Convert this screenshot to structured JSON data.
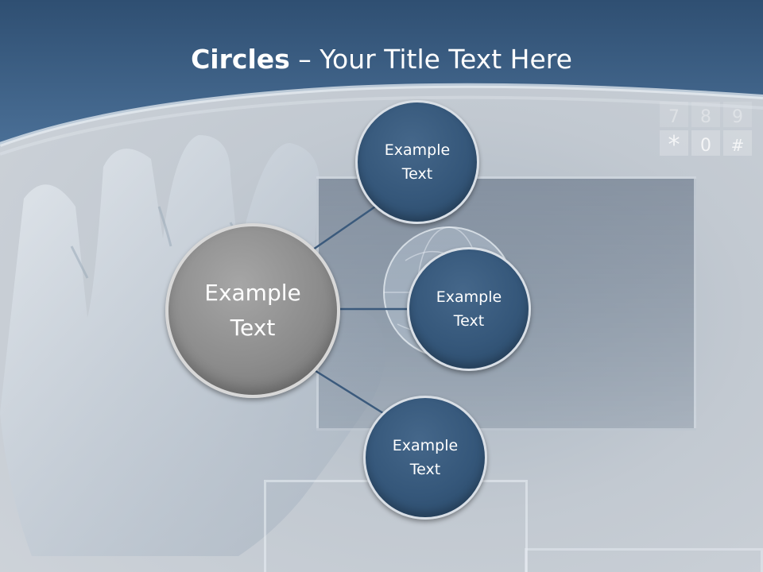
{
  "title": {
    "bold": "Circles",
    "rest": " – Your Title Text Here"
  },
  "diagram": {
    "center": {
      "line1": "Example",
      "line2": "Text"
    },
    "nodes": [
      {
        "line1": "Example",
        "line2": "Text"
      },
      {
        "line1": "Example",
        "line2": "Text"
      },
      {
        "line1": "Example",
        "line2": "Text"
      }
    ]
  },
  "background": {
    "keypad_keys": [
      "7",
      "8",
      "9",
      "*",
      "0",
      "#"
    ]
  },
  "colors": {
    "header": "#3e6289",
    "node_fill": "#35577a",
    "center_fill": "#8c8c8c",
    "connector": "#3b5a7c"
  }
}
